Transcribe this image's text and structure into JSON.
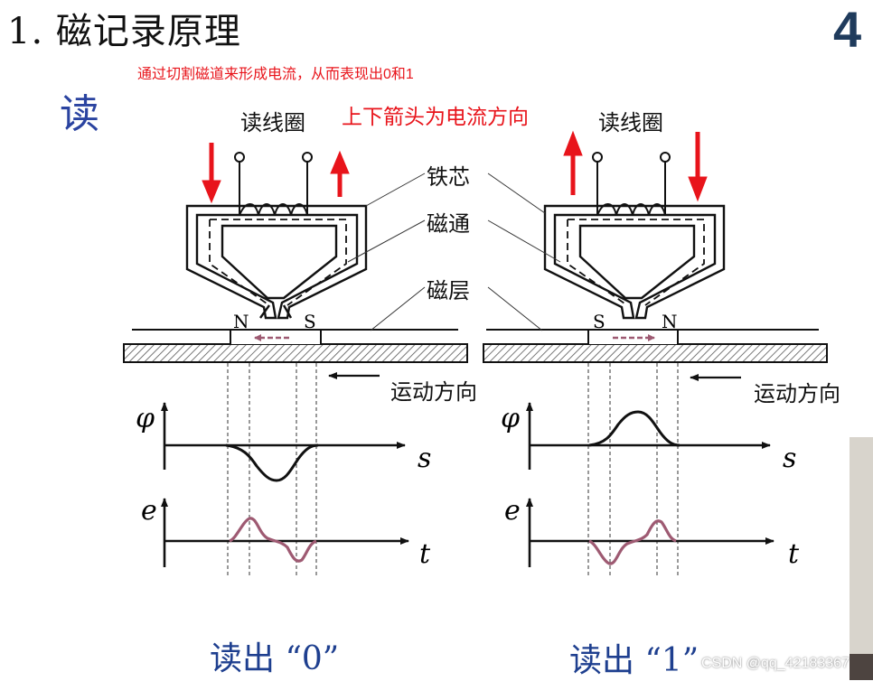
{
  "title": "1. 磁记录原理",
  "slide_number": "4",
  "annotation_top": "通过切割磁道来形成电流，从而表现出0和1",
  "annotation_arrow": "上下箭头为电流方向",
  "read_heading": "读",
  "labels": {
    "coil_left": "读线圈",
    "coil_right": "读线圈",
    "core": "铁芯",
    "flux": "磁通",
    "layer": "磁层",
    "motion_left": "运动方向",
    "motion_right": "运动方向",
    "pole_n": "N",
    "pole_s": "S"
  },
  "axes": {
    "phi": "φ",
    "e": "e",
    "s": "s",
    "t": "t"
  },
  "captions": {
    "left": "读出 “0”",
    "right": "读出 “1”"
  },
  "watermark": "CSDN @qq_42183367",
  "colors": {
    "annotation_red": "#e8141b",
    "heading_blue": "#2a43a0",
    "curve_pink": "#9e5a72"
  }
}
